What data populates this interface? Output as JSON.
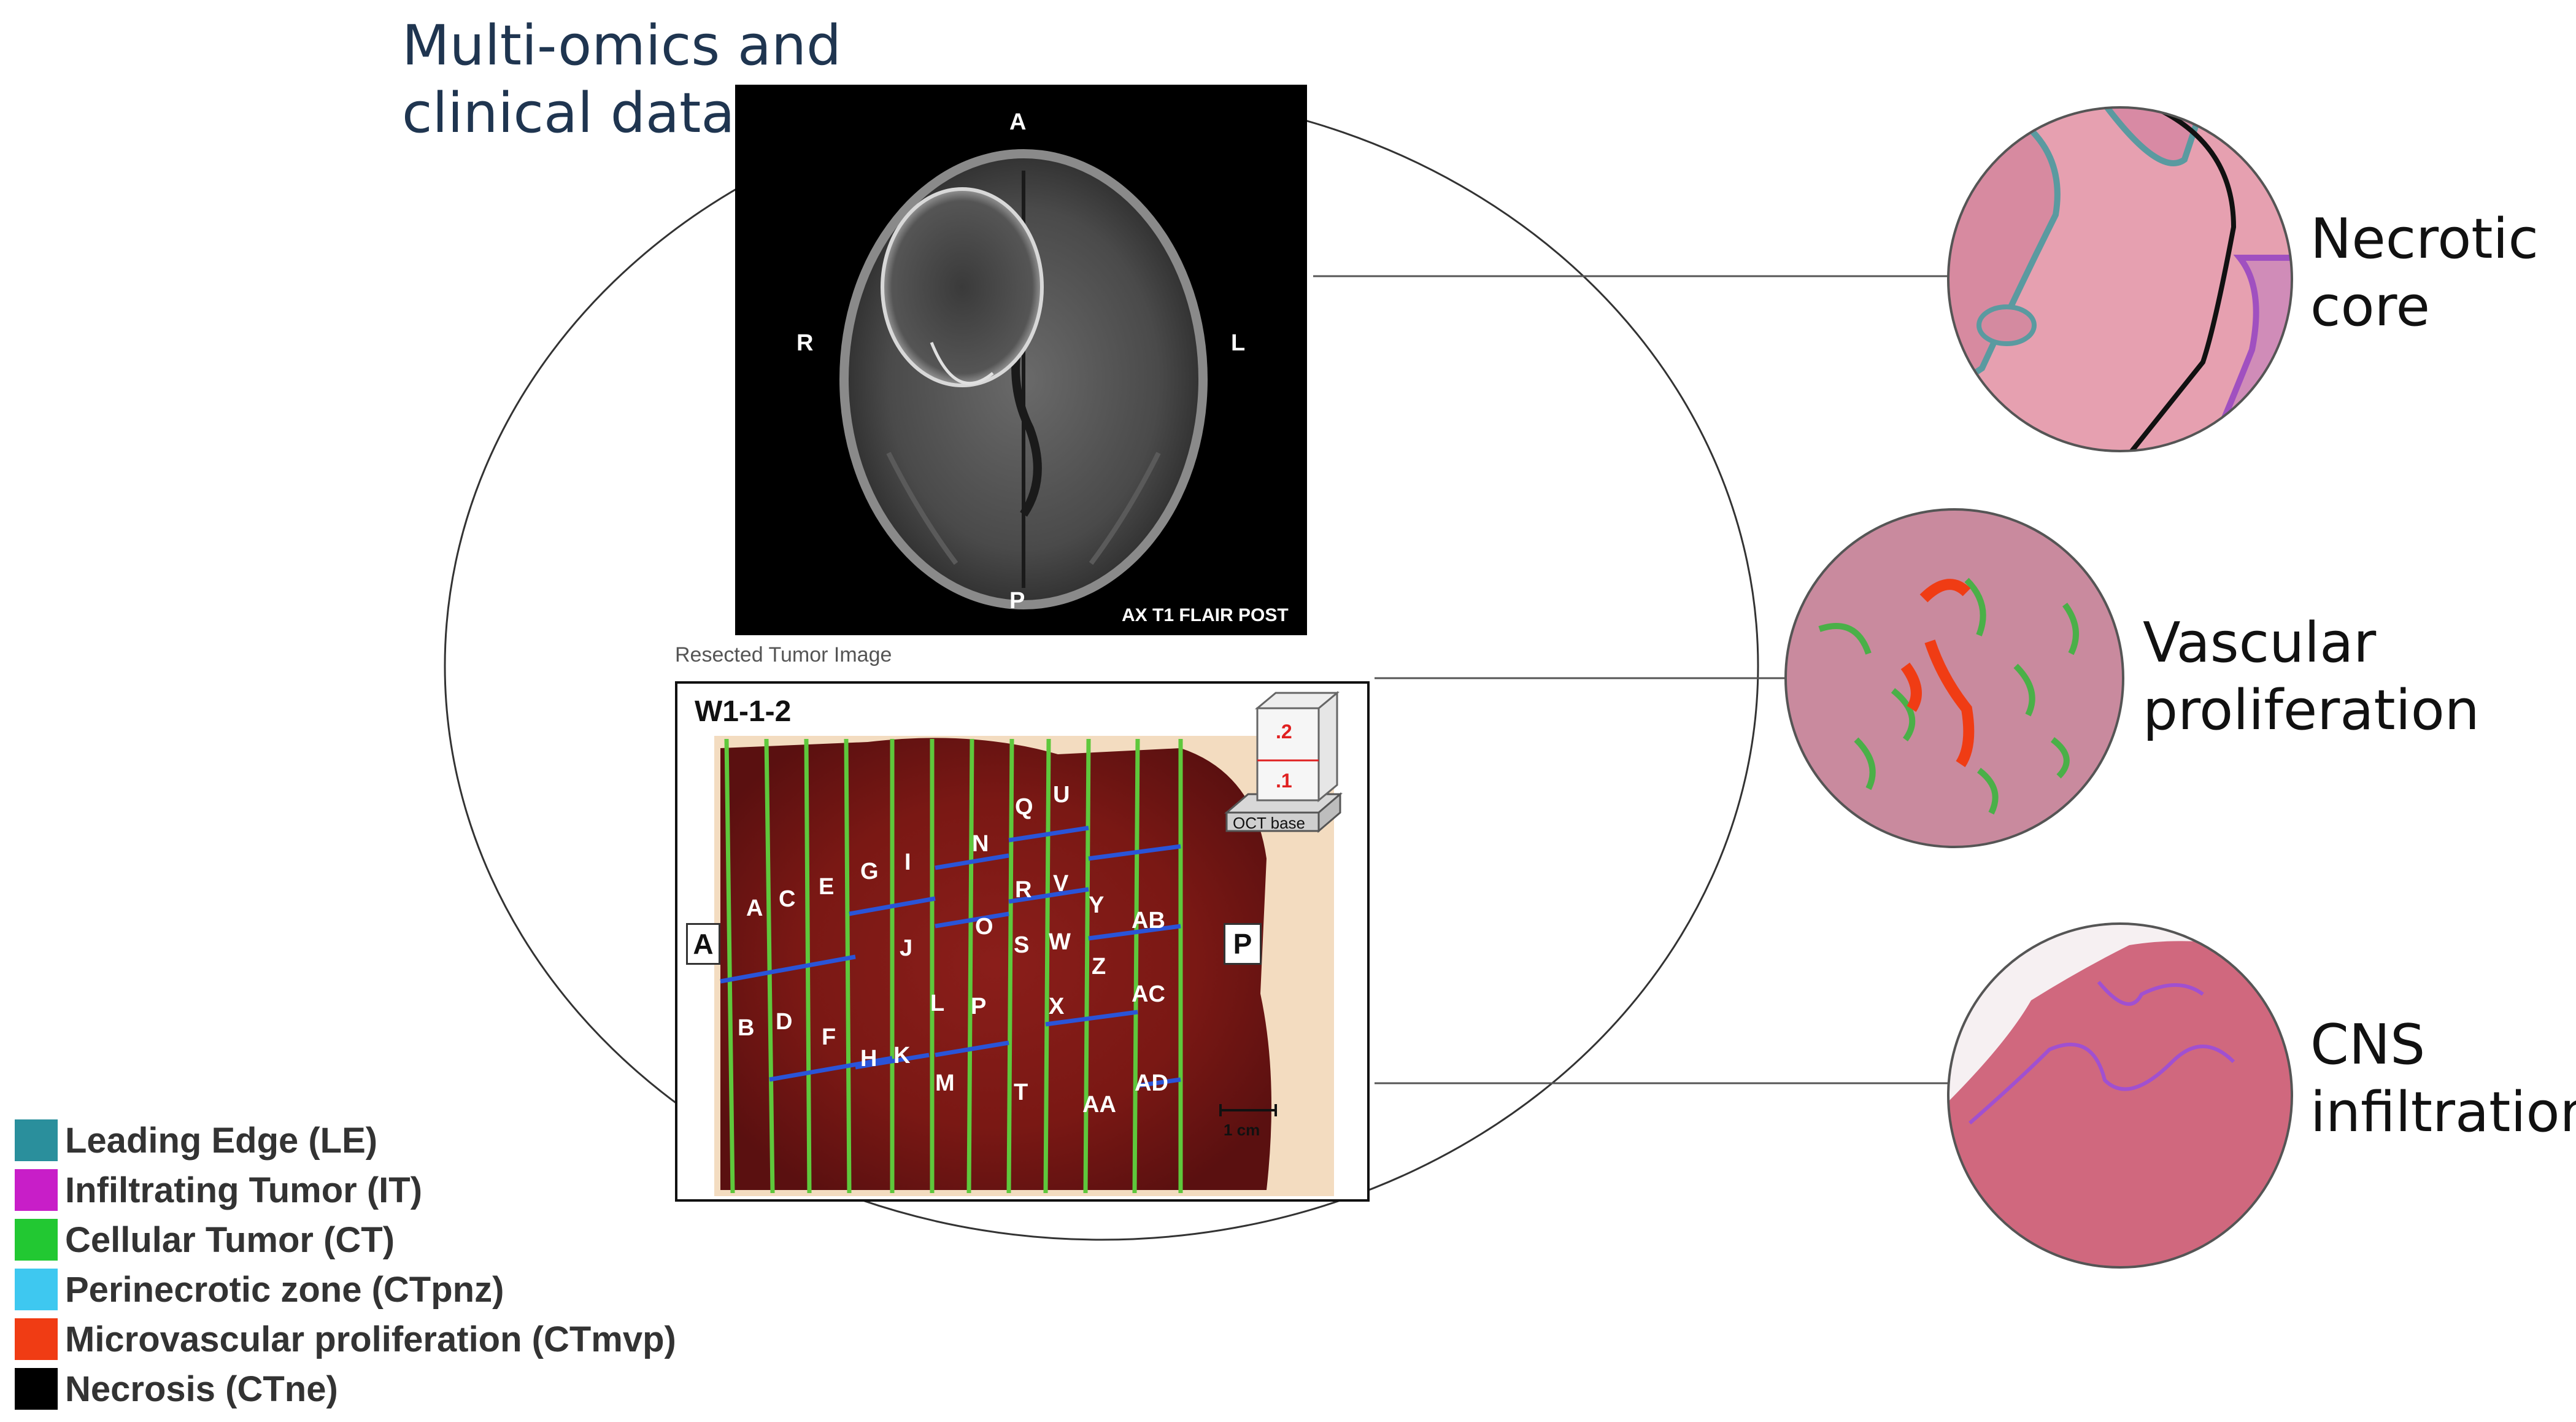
{
  "title": {
    "line1": "Multi-omics and",
    "line2": "clinical data"
  },
  "mri": {
    "orientation": {
      "top": "A",
      "bottom": "P",
      "left": "R",
      "right": "L"
    },
    "sequence_label": "AX T1 FLAIR POST"
  },
  "resection": {
    "caption": "Resected Tumor Image",
    "sample_id": "W1-1-2",
    "side_left": "A",
    "side_right": "P",
    "block_labels": {
      "top": ".2",
      "bottom": ".1",
      "base": "OCT base"
    },
    "scale_bar": "1 cm",
    "grid_letters": [
      "A",
      "B",
      "C",
      "D",
      "E",
      "F",
      "G",
      "H",
      "I",
      "J",
      "K",
      "L",
      "M",
      "N",
      "O",
      "P",
      "Q",
      "R",
      "S",
      "T",
      "U",
      "V",
      "W",
      "X",
      "Y",
      "Z",
      "AA",
      "AB",
      "AC",
      "AD"
    ]
  },
  "callouts": [
    {
      "line1": "Necrotic",
      "line2": "core"
    },
    {
      "line1": "Vascular",
      "line2": "proliferation"
    },
    {
      "line1": "CNS",
      "line2": "infiltration"
    }
  ],
  "legend": [
    {
      "label": "Leading Edge (LE)",
      "color": "#2a8f9c"
    },
    {
      "label": "Infiltrating Tumor (IT)",
      "color": "#c81ec8"
    },
    {
      "label": "Cellular Tumor (CT)",
      "color": "#22c832"
    },
    {
      "label": "Perinecrotic zone (CTpnz)",
      "color": "#3ec8f0"
    },
    {
      "label": "Microvascular proliferation (CTmvp)",
      "color": "#f03c14"
    },
    {
      "label": "Necrosis (CTne)",
      "color": "#000000"
    }
  ]
}
